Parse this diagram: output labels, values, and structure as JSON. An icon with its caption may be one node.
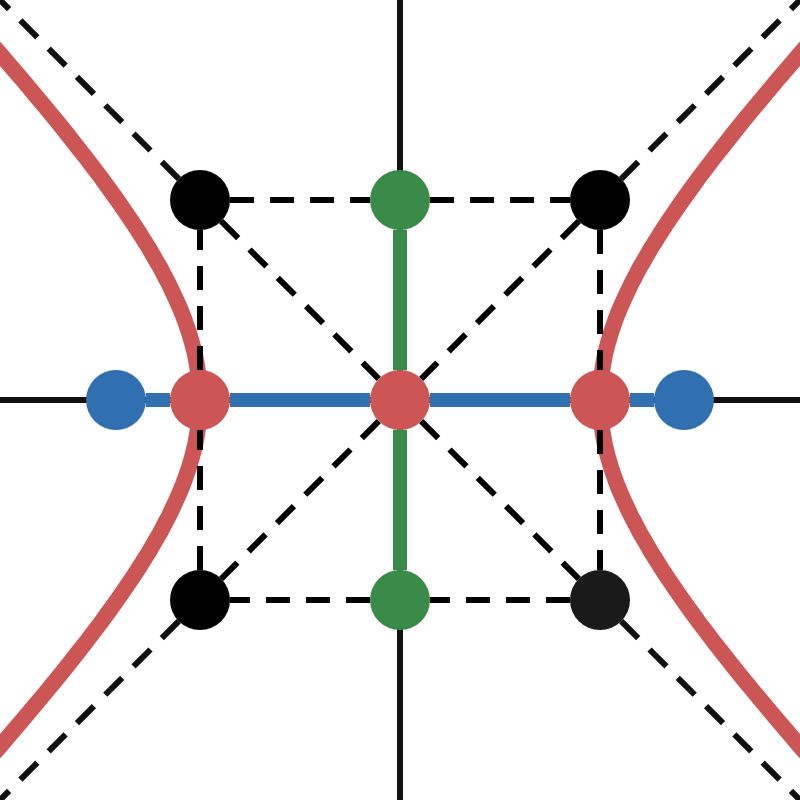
{
  "diagram": {
    "nodes": [
      {
        "text": [],
        "shape": "circle"
      },
      {
        "text": [],
        "shape": "circle"
      },
      {
        "text": [],
        "shape": "circle"
      },
      {
        "text": [],
        "shape": "circle"
      },
      {
        "text": [],
        "shape": "circle"
      },
      {
        "text": [],
        "shape": "circle"
      },
      {
        "text": [],
        "shape": "circle"
      },
      {
        "text": [],
        "shape": "circle"
      },
      {
        "text": [],
        "shape": "circle"
      },
      {
        "text": [],
        "shape": "circle"
      },
      {
        "text": [],
        "shape": "circle"
      }
    ],
    "edges": [
      {
        "from": 0,
        "to": 1,
        "arrow": "none",
        "style": "dashed",
        "color": "#000000"
      },
      {
        "from": 1,
        "to": 2,
        "arrow": "none",
        "style": "dashed",
        "color": "#000000"
      },
      {
        "from": 2,
        "to": 6,
        "arrow": "none",
        "style": "dashed",
        "color": "#000000"
      },
      {
        "from": 6,
        "to": 10,
        "arrow": "none",
        "style": "dashed",
        "color": "#000000"
      },
      {
        "from": 10,
        "to": 9,
        "arrow": "none",
        "style": "dashed",
        "color": "#000000"
      },
      {
        "from": 9,
        "to": 8,
        "arrow": "none",
        "style": "dashed",
        "color": "#000000"
      },
      {
        "from": 8,
        "to": 4,
        "arrow": "none",
        "style": "dashed",
        "color": "#000000"
      },
      {
        "from": 4,
        "to": 0,
        "arrow": "none",
        "style": "dashed",
        "color": "#000000"
      },
      {
        "from": 0,
        "to": 5,
        "arrow": "none",
        "style": "dashed",
        "color": "#000000"
      },
      {
        "from": 5,
        "to": 10,
        "arrow": "none",
        "style": "dashed",
        "color": "#000000"
      },
      {
        "from": 2,
        "to": 5,
        "arrow": "none",
        "style": "dashed",
        "color": "#000000"
      },
      {
        "from": 5,
        "to": 8,
        "arrow": "none",
        "style": "dashed",
        "color": "#000000"
      },
      {
        "from": 3,
        "to": 4,
        "arrow": "none",
        "style": "thick",
        "color": "#3070b0"
      },
      {
        "from": 4,
        "to": 5,
        "arrow": "none",
        "style": "thick",
        "color": "#3070b0"
      },
      {
        "from": 5,
        "to": 6,
        "arrow": "none",
        "style": "thick",
        "color": "#3070b0"
      },
      {
        "from": 6,
        "to": 7,
        "arrow": "none",
        "style": "thick",
        "color": "#3070b0"
      },
      {
        "from": 1,
        "to": 5,
        "arrow": "none",
        "style": "thick",
        "color": "#3a8a4a"
      },
      {
        "from": 5,
        "to": 9,
        "arrow": "none",
        "style": "thick",
        "color": "#3a8a4a"
      }
    ]
  }
}
